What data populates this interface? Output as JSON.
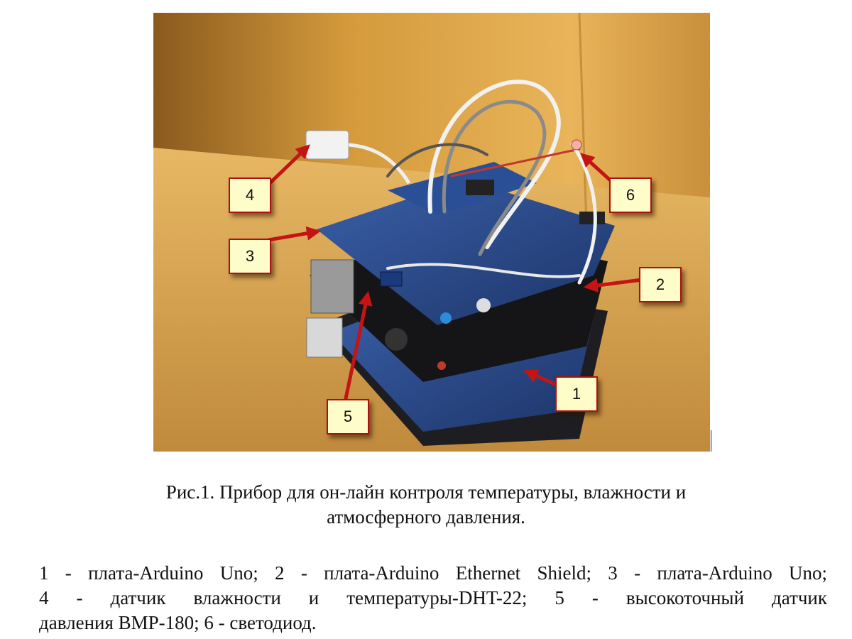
{
  "figure": {
    "callouts": [
      {
        "label": "1"
      },
      {
        "label": "2"
      },
      {
        "label": "3"
      },
      {
        "label": "4"
      },
      {
        "label": "5"
      },
      {
        "label": "6"
      }
    ],
    "callout_border_color": "#b00f0f",
    "callout_fill_color": "#fefcc8"
  },
  "caption": {
    "line1": "Рис.1. Прибор для он-лайн контроля температуры, влажности и",
    "line2": "атмосферного давления."
  },
  "legend": {
    "line1": "1 - плата-Arduino Uno; 2 - плата-Arduino Ethernet Shield; 3 - плата-Arduino Uno;",
    "line2": "4 - датчик влажности и температуры-DHT-22;  5 - высокоточный датчик",
    "line3": "давления BMP-180; 6 - светодиод."
  }
}
